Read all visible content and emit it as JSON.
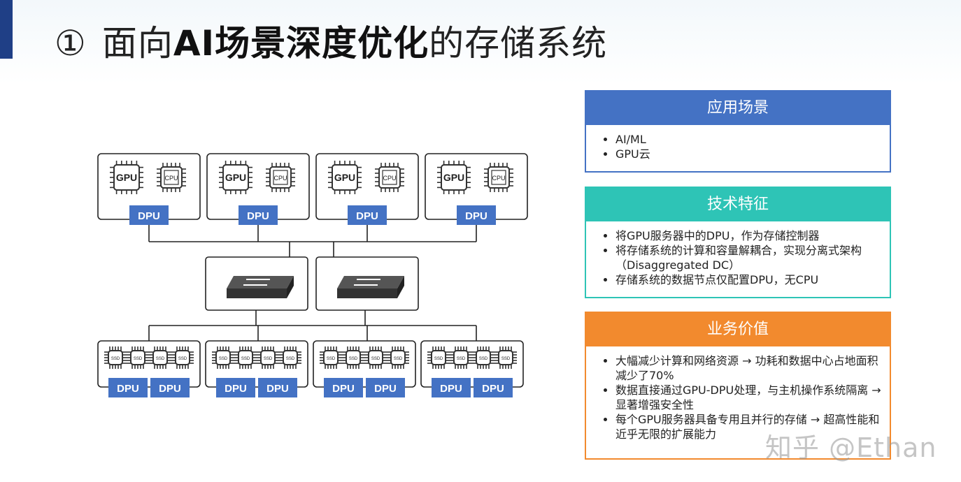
{
  "title": {
    "number": "①",
    "prefix": "面向",
    "bold": "AI场景深度优化",
    "suffix": "的存储系统"
  },
  "diagram": {
    "server_chip_labels": [
      "GPU",
      "CPU"
    ],
    "dpu_label": "DPU",
    "ssd_label": "SSD"
  },
  "panels": [
    {
      "heading": "应用场景",
      "color": "#4472c4",
      "items": [
        "AI/ML",
        "GPU云"
      ]
    },
    {
      "heading": "技术特征",
      "color": "#2ec4b6",
      "items": [
        "将GPU服务器中的DPU，作为存储控制器",
        "将存储系统的计算和容量解耦合，实现分离式架构（Disaggregated DC）",
        "存储系统的数据节点仅配置DPU，无CPU"
      ]
    },
    {
      "heading": "业务价值",
      "color": "#f28a2e",
      "items": [
        "大幅减少计算和网络资源 → 功耗和数据中心占地面积减少了70%",
        "数据直接通过GPU-DPU处理，与主机操作系统隔离 → 显著增强安全性",
        "每个GPU服务器具备专用且并行的存储 → 超高性能和近乎无限的扩展能力"
      ]
    }
  ],
  "watermark": "知乎 @Ethan"
}
